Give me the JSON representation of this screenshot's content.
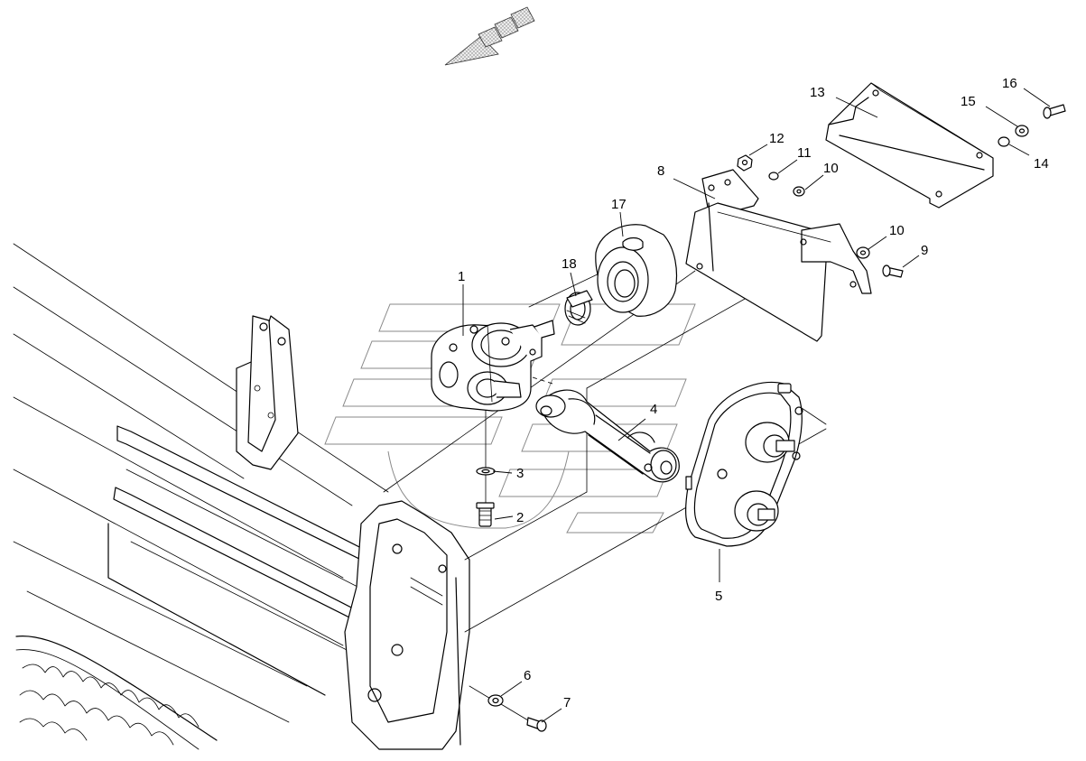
{
  "callouts": {
    "c1": "1",
    "c2": "2",
    "c3": "3",
    "c4": "4",
    "c5": "5",
    "c6": "6",
    "c7": "7",
    "c8": "8",
    "c9": "9",
    "c10a": "10",
    "c10b": "10",
    "c11": "11",
    "c12": "12",
    "c13": "13",
    "c14": "14",
    "c15": "15",
    "c16": "16",
    "c17": "17",
    "c18": "18"
  },
  "colors": {
    "line": "#000000",
    "background": "#ffffff",
    "hatch": "#d9d9d9",
    "watermark": "#8a8a8a"
  },
  "icons": {
    "direction_arrow": "travel-direction-arrow-icon",
    "watermark": "watermark-logo"
  }
}
